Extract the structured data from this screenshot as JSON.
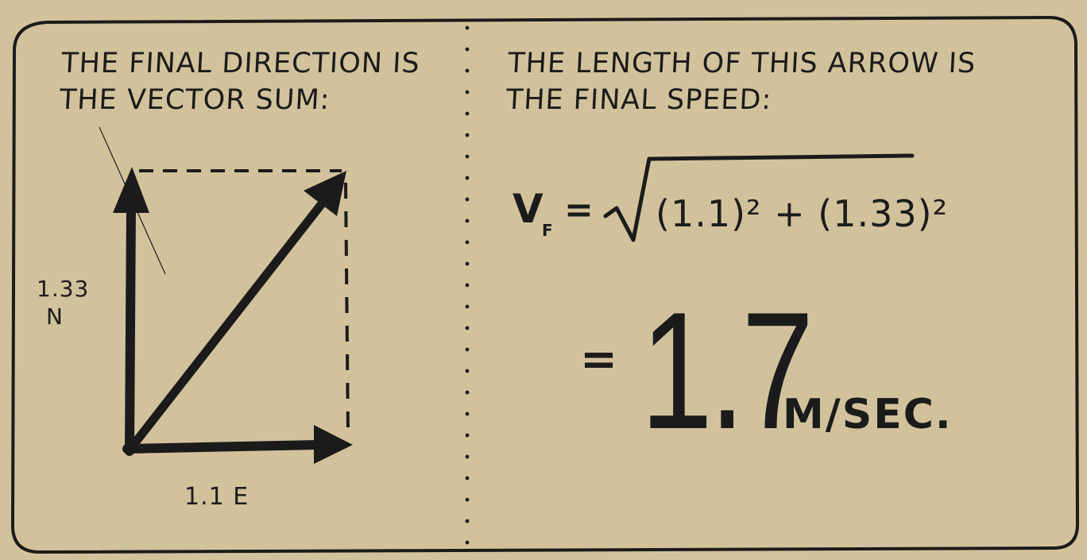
{
  "panel": {
    "left_heading_line1": "THE FINAL DIRECTION IS",
    "left_heading_line2": "THE VECTOR SUM:",
    "right_heading_line1": "THE LENGTH OF THIS ARROW IS",
    "right_heading_line2": "THE FINAL SPEED:"
  },
  "diagram": {
    "north_value": "1.33",
    "north_dir": "N",
    "east_label": "1.1 E"
  },
  "formula": {
    "symbol": "V",
    "subscript": "F",
    "equals": "=",
    "radicand": "(1.1)² + (1.33)²",
    "result_equals": "=",
    "result_value": "1.7",
    "result_unit": "M/SEC."
  },
  "colors": {
    "background": "#d2c29c",
    "ink": "#1b1b1b"
  }
}
